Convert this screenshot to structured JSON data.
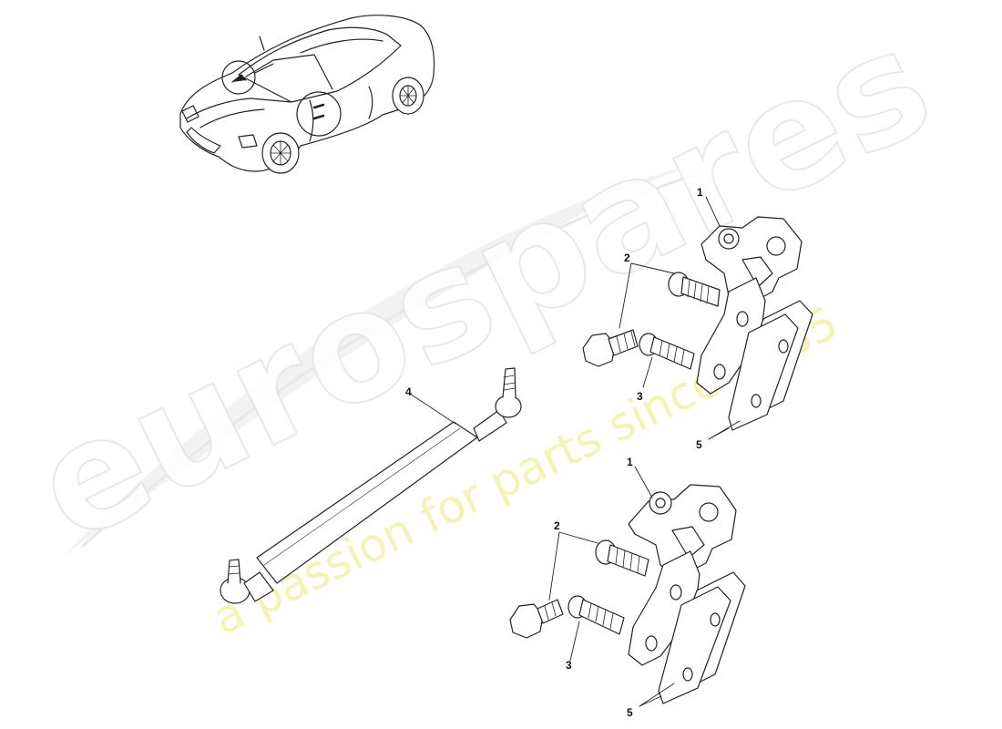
{
  "watermark": {
    "brand": "eurospares",
    "tagline": "a passion for parts since 1985"
  },
  "callouts": {
    "upper_hinge_1": "1",
    "upper_bolt_2": "2",
    "upper_bolt_3": "3",
    "upper_shim_5": "5",
    "strut_4": "4",
    "lower_hinge_1": "1",
    "lower_bolt_2": "2",
    "lower_bolt_3": "3",
    "lower_shim_5": "5"
  }
}
